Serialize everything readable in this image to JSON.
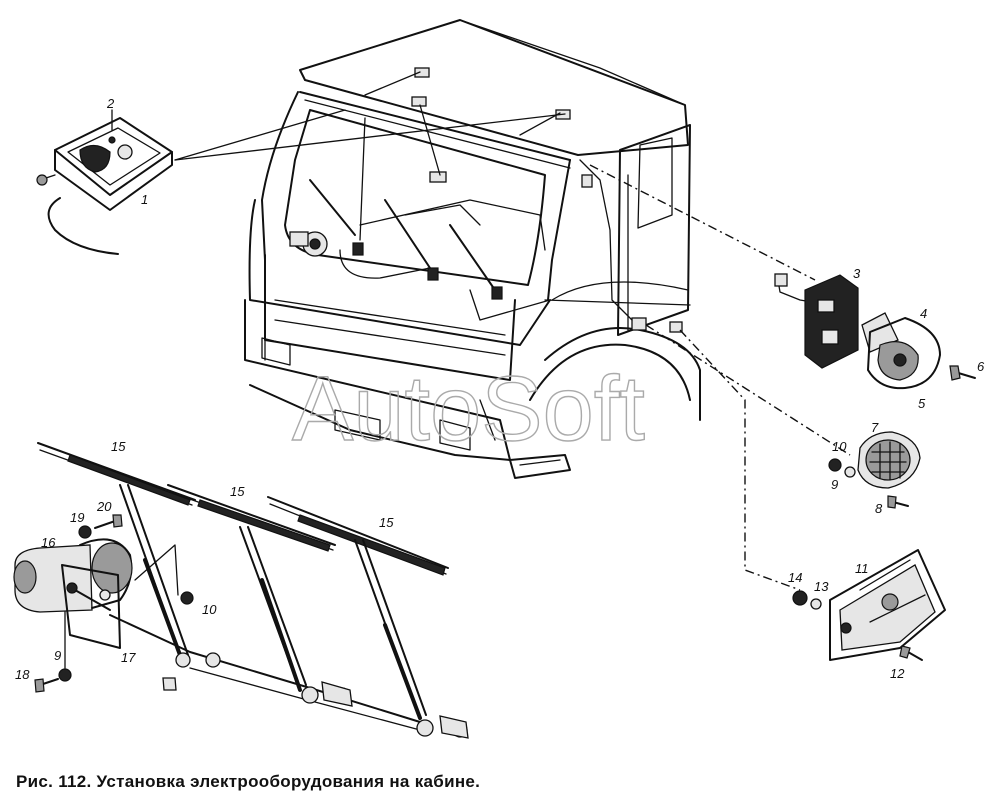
{
  "figure": {
    "caption": "Рис. 112. Установка электрооборудования на кабине.",
    "watermark": "AutoSoft",
    "callouts": [
      "1",
      "2",
      "3",
      "4",
      "5",
      "6",
      "7",
      "8",
      "9",
      "10",
      "11",
      "12",
      "13",
      "14",
      "15",
      "16",
      "17",
      "18",
      "19",
      "20"
    ],
    "colors": {
      "ink": "#111111",
      "watermark": "#aaaaaa",
      "background": "#ffffff"
    }
  }
}
